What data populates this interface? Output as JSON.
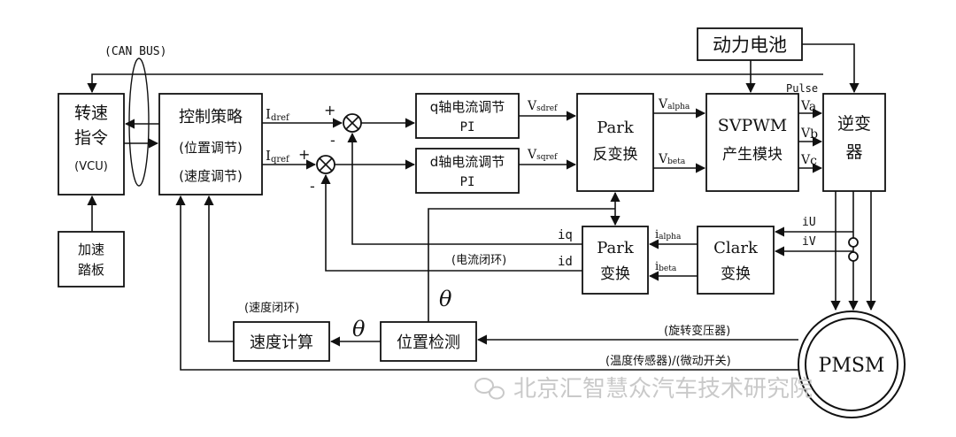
{
  "labels": {
    "can_bus": "(CAN BUS)",
    "battery": "动力电池",
    "pulse": "Pulse",
    "vcu_line1": "转速",
    "vcu_line2": "指令",
    "vcu_line3": "(VCU)",
    "pedal_line1": "加速",
    "pedal_line2": "踏板",
    "strategy_line1": "控制策略",
    "strategy_line2": "(位置调节)",
    "strategy_line3": "(速度调节)",
    "idref_main": "I",
    "idref_sub": "dref",
    "iqref_main": "I",
    "iqref_sub": "qref",
    "plus_top": "+",
    "minus_top": "-",
    "plus_bot": "+",
    "minus_bot": "-",
    "qpi_line1": "q轴电流调节",
    "qpi_line2": "PI",
    "dpi_line1": "d轴电流调节",
    "dpi_line2": "PI",
    "vsdref_main": "V",
    "vsdref_sub": "sdref",
    "vsqref_main": "V",
    "vsqref_sub": "sqref",
    "ipark_line1": "Park",
    "ipark_line2": "反变换",
    "valpha_main": "V",
    "valpha_sub": "alpha",
    "vbeta_main": "V",
    "vbeta_sub": "beta",
    "svpwm_line1": "SVPWM",
    "svpwm_line2": "产生模块",
    "va_main": "V",
    "va_sub": "a",
    "vb_main": "V",
    "vb_sub": "b",
    "vc_main": "V",
    "vc_sub": "c",
    "inverter_line1": "逆变",
    "inverter_line2": "器",
    "iu": "iU",
    "iv": "iV",
    "clark_line1": "Clark",
    "clark_line2": "变换",
    "ialpha_main": "i",
    "ialpha_sub": "alpha",
    "ibeta_main": "i",
    "ibeta_sub": "beta",
    "park_line1": "Park",
    "park_line2": "变换",
    "iq": "iq",
    "id": "id",
    "current_loop": "(电流闭环)",
    "theta_top": "θ",
    "theta_left": "θ",
    "speed_loop": "(速度闭环)",
    "speed_calc": "速度计算",
    "position_detect": "位置检测",
    "resolver": "(旋转变压器)",
    "temp_micro": "(温度传感器)/(微动开关)",
    "pmsm": "PMSM",
    "watermark": "北京汇智慧众汽车技术研究院"
  },
  "colors": {
    "line": "#111111",
    "watermark": "#c9c9c9",
    "background": "#ffffff"
  }
}
